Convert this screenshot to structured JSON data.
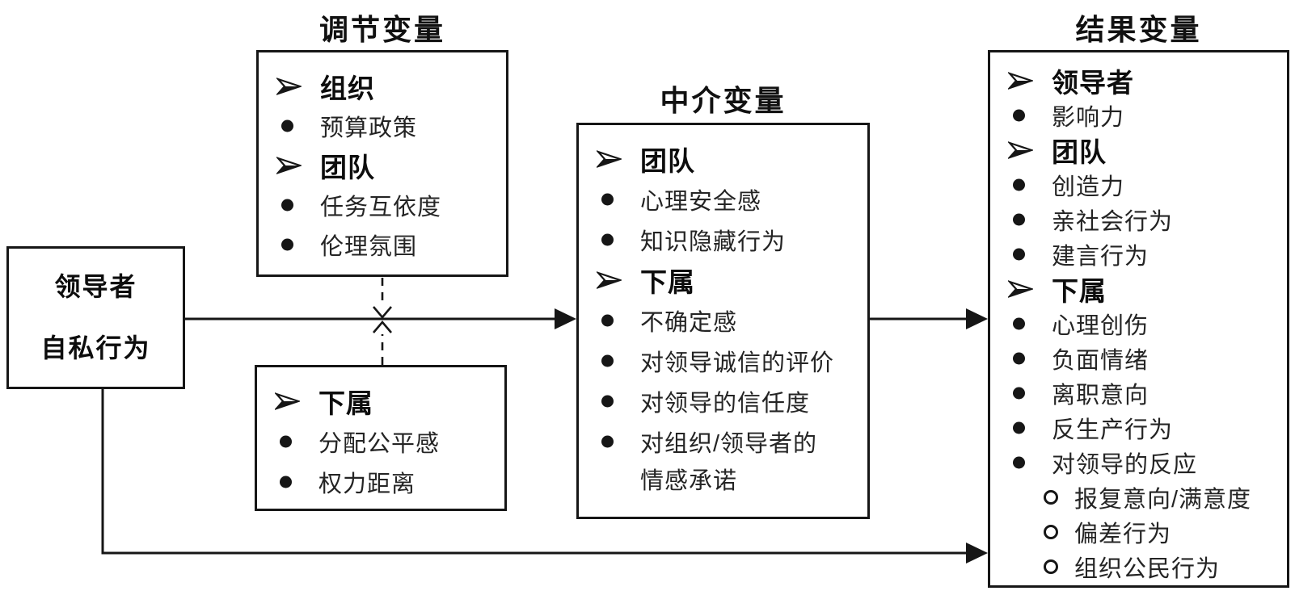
{
  "diagram": {
    "titles": {
      "moderator": "调节变量",
      "mediator": "中介变量",
      "outcome": "结果变量"
    },
    "antecedent_box": {
      "line1": "领导者",
      "line2": "自私行为"
    },
    "moderator_top_box": {
      "items": [
        {
          "bullet": "arrowhead",
          "bold": true,
          "text": "组织"
        },
        {
          "bullet": "dot",
          "bold": false,
          "text": "预算政策"
        },
        {
          "bullet": "arrowhead",
          "bold": true,
          "text": "团队"
        },
        {
          "bullet": "dot",
          "bold": false,
          "text": "任务互依度"
        },
        {
          "bullet": "dot",
          "bold": false,
          "text": "伦理氛围"
        }
      ]
    },
    "moderator_bottom_box": {
      "items": [
        {
          "bullet": "arrowhead",
          "bold": true,
          "text": "下属"
        },
        {
          "bullet": "dot",
          "bold": false,
          "text": "分配公平感"
        },
        {
          "bullet": "dot",
          "bold": false,
          "text": "权力距离"
        }
      ]
    },
    "mediator_box": {
      "items": [
        {
          "bullet": "arrowhead",
          "bold": true,
          "text": "团队"
        },
        {
          "bullet": "dot",
          "bold": false,
          "text": "心理安全感"
        },
        {
          "bullet": "dot",
          "bold": false,
          "text": "知识隐藏行为"
        },
        {
          "bullet": "arrowhead",
          "bold": true,
          "text": "下属"
        },
        {
          "bullet": "dot",
          "bold": false,
          "text": "不确定感"
        },
        {
          "bullet": "dot",
          "bold": false,
          "text": "对领导诚信的评价"
        },
        {
          "bullet": "dot",
          "bold": false,
          "text": "对领导的信任度"
        },
        {
          "bullet": "dot",
          "bold": false,
          "text": "对组织/领导者的"
        },
        {
          "bullet": "none",
          "bold": false,
          "text": "情感承诺"
        }
      ]
    },
    "outcome_box": {
      "items": [
        {
          "bullet": "arrowhead",
          "bold": true,
          "text": "领导者"
        },
        {
          "bullet": "dot",
          "bold": false,
          "text": "影响力"
        },
        {
          "bullet": "arrowhead",
          "bold": true,
          "text": "团队"
        },
        {
          "bullet": "dot",
          "bold": false,
          "text": "创造力"
        },
        {
          "bullet": "dot",
          "bold": false,
          "text": "亲社会行为"
        },
        {
          "bullet": "dot",
          "bold": false,
          "text": "建言行为"
        },
        {
          "bullet": "arrowhead",
          "bold": true,
          "text": "下属"
        },
        {
          "bullet": "dot",
          "bold": false,
          "text": "心理创伤"
        },
        {
          "bullet": "dot",
          "bold": false,
          "text": "负面情绪"
        },
        {
          "bullet": "dot",
          "bold": false,
          "text": "离职意向"
        },
        {
          "bullet": "dot",
          "bold": false,
          "text": "反生产行为"
        },
        {
          "bullet": "dot",
          "bold": false,
          "text": "对领导的反应"
        },
        {
          "bullet": "circle",
          "bold": false,
          "text": "报复意向/满意度"
        },
        {
          "bullet": "circle",
          "bold": false,
          "text": "偏差行为"
        },
        {
          "bullet": "circle",
          "bold": false,
          "text": "组织公民行为"
        }
      ]
    },
    "connections": [
      {
        "from": "antecedent-box",
        "to": "mediator-box",
        "style": "solid-arrow"
      },
      {
        "from": "mediator-box",
        "to": "outcome-box",
        "style": "solid-arrow"
      },
      {
        "from": "antecedent-box",
        "to": "outcome-box",
        "style": "solid-elbow-arrow"
      },
      {
        "from": "moderator-top-box",
        "to": "antecedent-mediator-path",
        "style": "dashed-arrow"
      },
      {
        "from": "moderator-bottom-box",
        "to": "antecedent-mediator-path",
        "style": "dashed-arrow"
      }
    ],
    "colors": {
      "line": "#161616",
      "background": "#ffffff"
    }
  }
}
